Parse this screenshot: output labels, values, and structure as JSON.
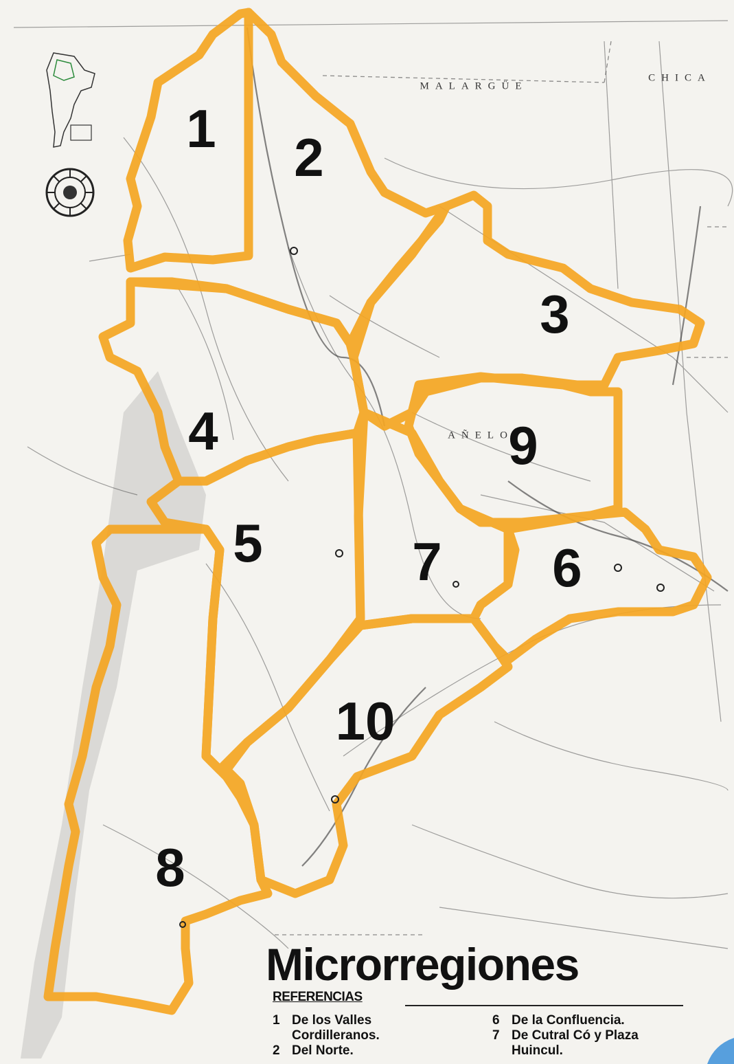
{
  "map": {
    "background_color": "#f4f3ef",
    "outline_color": "#f5a623",
    "region_numbers": [
      "1",
      "2",
      "3",
      "4",
      "5",
      "6",
      "7",
      "8",
      "9",
      "10"
    ],
    "place_labels": [
      "MALARGÜE",
      "CHICA",
      "AÑELO"
    ]
  },
  "legend": {
    "title": "Microrregiones",
    "heading": "REFERENCIAS",
    "left_column": [
      {
        "num": "1",
        "text": "De los Valles\nCordilleranos."
      },
      {
        "num": "2",
        "text": "Del Norte."
      }
    ],
    "right_column": [
      {
        "num": "6",
        "text": " De la Confluencia."
      },
      {
        "num": "7",
        "text": "De Cutral Có y Plaza\nHuincul."
      }
    ]
  },
  "icons": [
    "argentina-inset-icon",
    "coat-of-arms-icon"
  ]
}
